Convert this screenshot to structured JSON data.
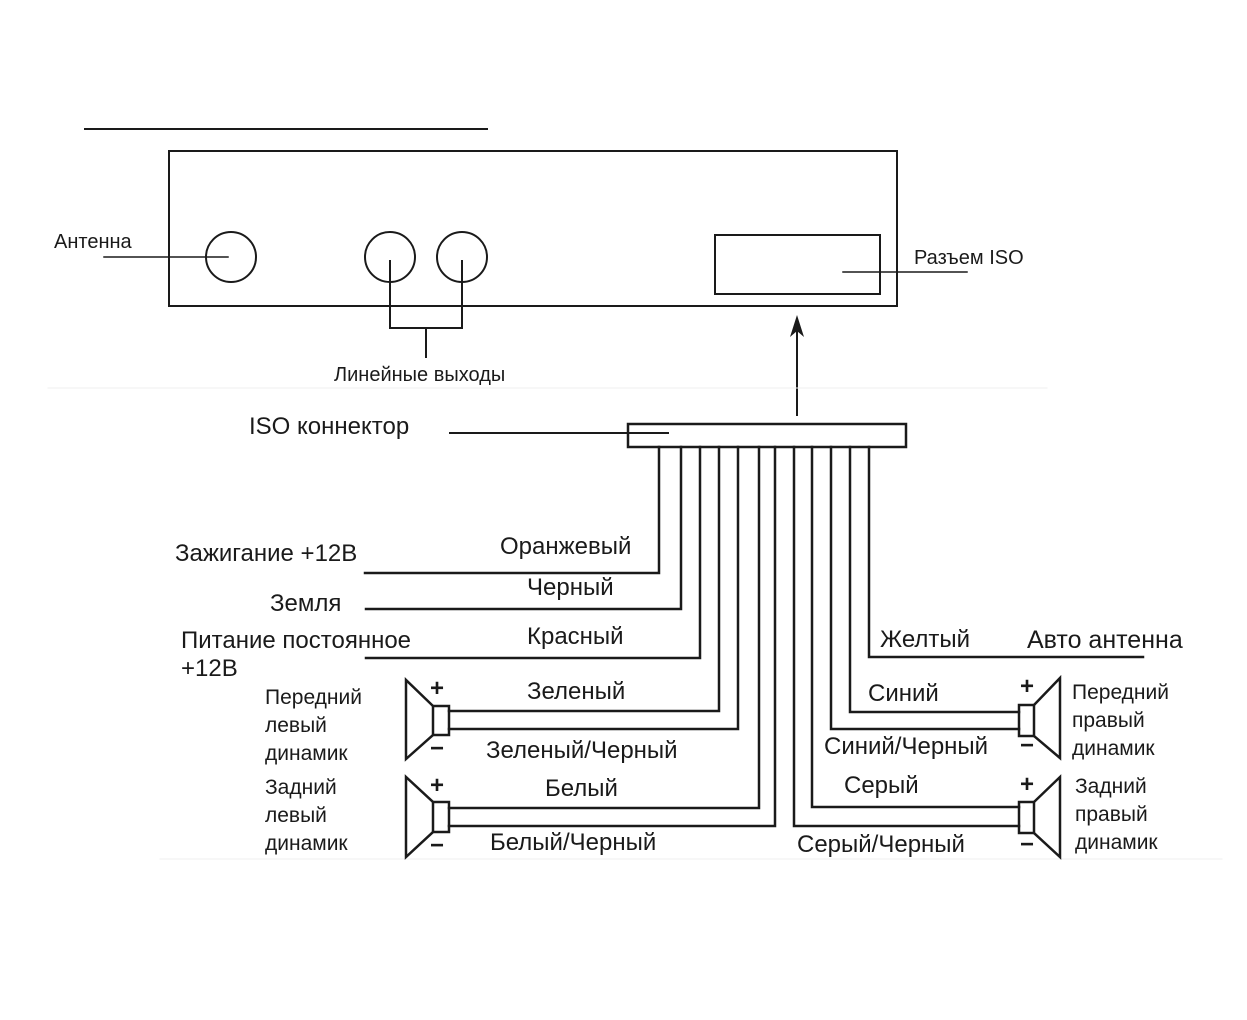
{
  "head_unit": {
    "antenna_label": "Антенна",
    "line_outputs_label": "Линейные выходы",
    "iso_socket_label": "Разъем ISO"
  },
  "connector": {
    "label": "ISO коннектор"
  },
  "left_wires": [
    {
      "function": "Зажигание +12В",
      "color_name": "Оранжевый"
    },
    {
      "function": "Земля",
      "color_name": "Черный"
    },
    {
      "function": "Питание постоянное",
      "function_line2": "+12В",
      "color_name": "Красный"
    }
  ],
  "right_wires": [
    {
      "function": "Авто антенна",
      "color_name": "Желтый"
    }
  ],
  "speakers": {
    "front_left": {
      "label": "Передний\nлевый\nдинамик",
      "plus_wire": "Зеленый",
      "minus_wire": "Зеленый/Черный"
    },
    "rear_left": {
      "label": "Задний\nлевый\nдинамик",
      "plus_wire": "Белый",
      "minus_wire": "Белый/Черный"
    },
    "front_right": {
      "label": "Передний\nправый\nдинамик",
      "plus_wire": "Синий",
      "minus_wire": "Синий/Черный"
    },
    "rear_right": {
      "label": "Задний\nправый\nдинамик",
      "plus_wire": "Серый",
      "minus_wire": "Серый/Черный"
    }
  },
  "polarity": {
    "plus": "+",
    "minus": "−"
  },
  "colors": {
    "stroke": "#1a1a1a",
    "background": "#ffffff"
  }
}
